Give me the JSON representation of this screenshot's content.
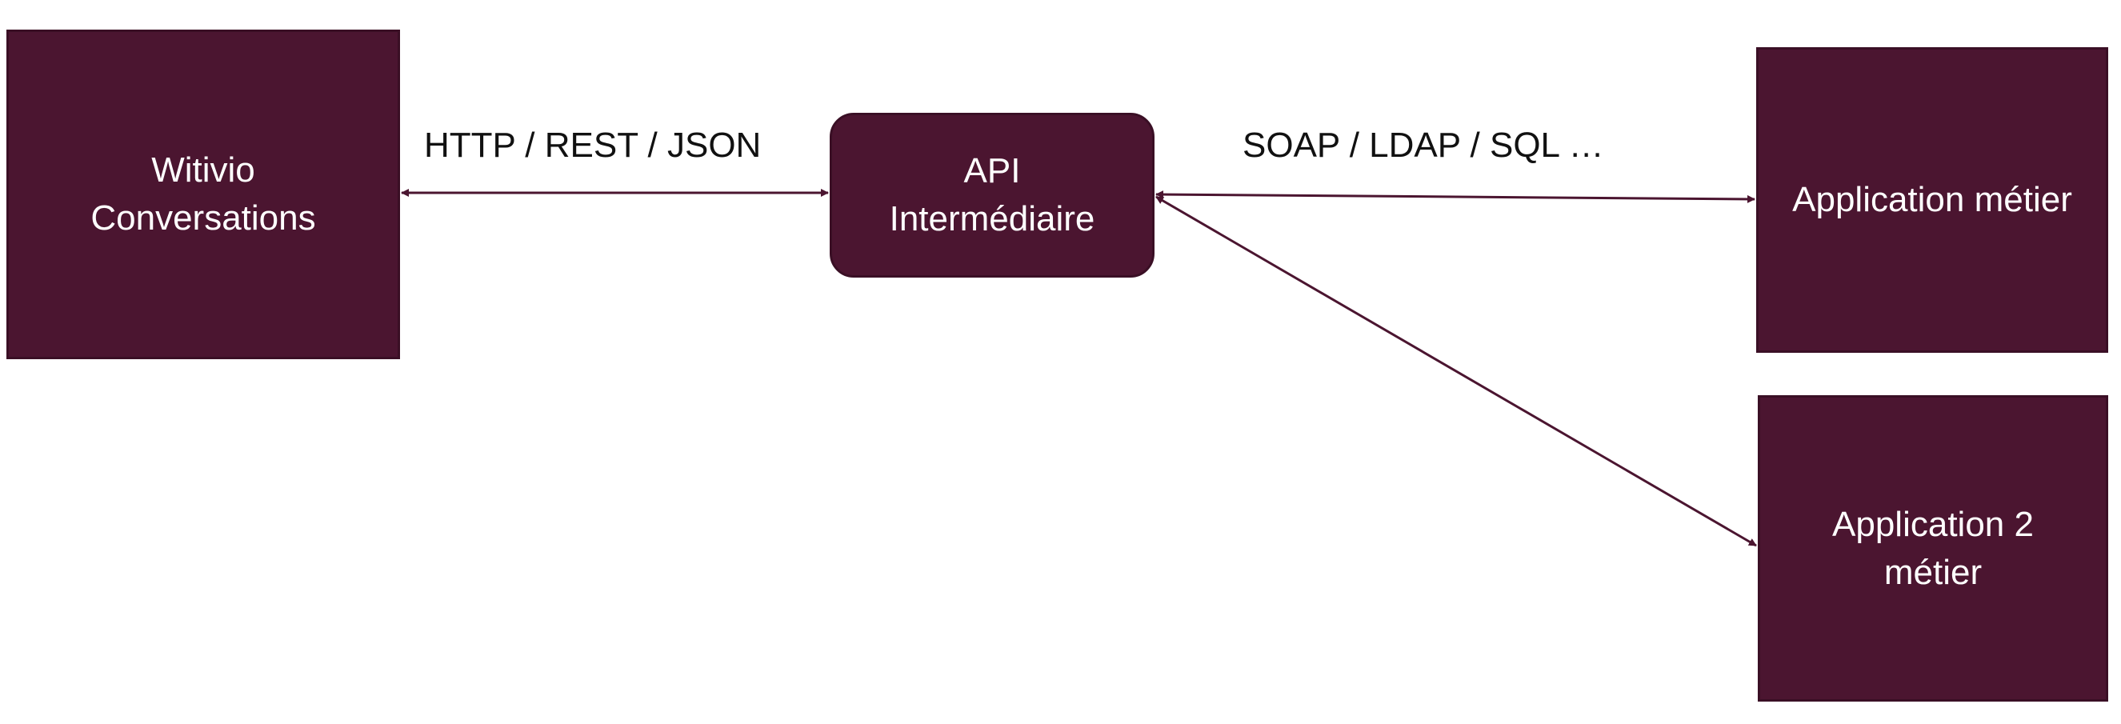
{
  "nodes": {
    "witivio": {
      "lines": [
        "Witivio",
        "Conversations"
      ]
    },
    "api": {
      "lines": [
        "API",
        "Intermédiaire"
      ]
    },
    "app1": {
      "lines": [
        "Application métier"
      ]
    },
    "app2": {
      "lines": [
        "Application 2",
        "métier"
      ]
    }
  },
  "edges": {
    "left_protocols": "HTTP / REST / JSON",
    "right_protocols": "SOAP / LDAP / SQL …"
  },
  "colors": {
    "node_fill": "#4b1530",
    "node_border": "#3a0f25",
    "node_text": "#ffffff",
    "connector": "#4b1530",
    "label_text": "#111111"
  }
}
